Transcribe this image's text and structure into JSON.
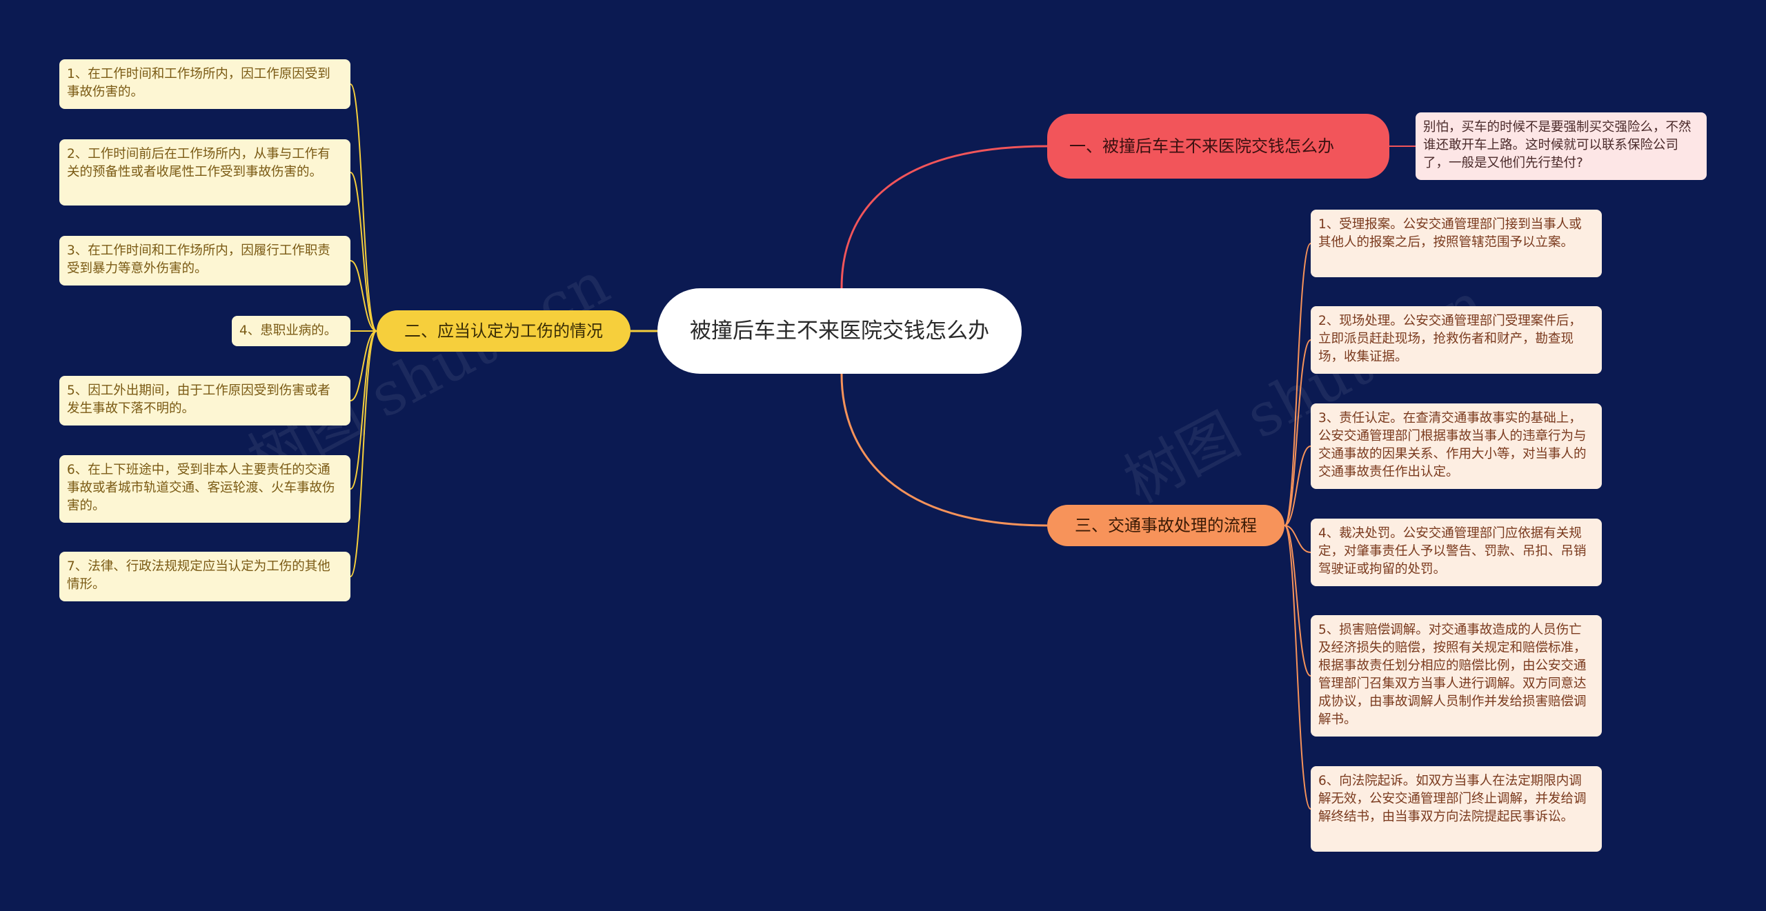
{
  "root": {
    "label": "被撞后车主不来医院交钱怎么办"
  },
  "branches": {
    "one": {
      "label": "一、被撞后车主不来医院交钱怎么办",
      "leaves": [
        "别怕，买车的时候不是要强制买交强险么，不然谁还敢开车上路。这时候就可以联系保险公司了，一般是又他们先行垫付?"
      ]
    },
    "two": {
      "label": "二、应当认定为工伤的情况",
      "leaves": [
        "1、在工作时间和工作场所内，因工作原因受到事故伤害的。",
        "2、工作时间前后在工作场所内，从事与工作有关的预备性或者收尾性工作受到事故伤害的。",
        "3、在工作时间和工作场所内，因履行工作职责受到暴力等意外伤害的。",
        "4、患职业病的。",
        "5、因工外出期间，由于工作原因受到伤害或者发生事故下落不明的。",
        "6、在上下班途中，受到非本人主要责任的交通事故或者城市轨道交通、客运轮渡、火车事故伤害的。",
        "7、法律、行政法规规定应当认定为工伤的其他情形。"
      ]
    },
    "three": {
      "label": "三、交通事故处理的流程",
      "leaves": [
        "1、受理报案。公安交通管理部门接到当事人或其他人的报案之后，按照管辖范围予以立案。",
        "2、现场处理。公安交通管理部门受理案件后，立即派员赶赴现场，抢救伤者和财产，勘查现场，收集证据。",
        "3、责任认定。在查清交通事故事实的基础上，公安交通管理部门根据事故当事人的违章行为与交通事故的因果关系、作用大小等，对当事人的交通事故责任作出认定。",
        "4、裁决处罚。公安交通管理部门应依据有关规定，对肇事责任人予以警告、罚款、吊扣、吊销驾驶证或拘留的处罚。",
        "5、损害赔偿调解。对交通事故造成的人员伤亡及经济损失的赔偿，按照有关规定和赔偿标准，根据事故责任划分相应的赔偿比例，由公安交通管理部门召集双方当事人进行调解。双方同意达成协议，由事故调解人员制作并发给损害赔偿调解书。",
        "6、向法院起诉。如双方当事人在法定期限内调解无效，公安交通管理部门终止调解，并发给调解终结书，由当事双方向法院提起民事诉讼。"
      ]
    }
  },
  "watermark": "树图 shutu.cn",
  "colors": {
    "background": "#0b1a52",
    "branch_red": "#f2555a",
    "branch_yellow": "#f6cf3c",
    "branch_orange": "#f7935a"
  }
}
